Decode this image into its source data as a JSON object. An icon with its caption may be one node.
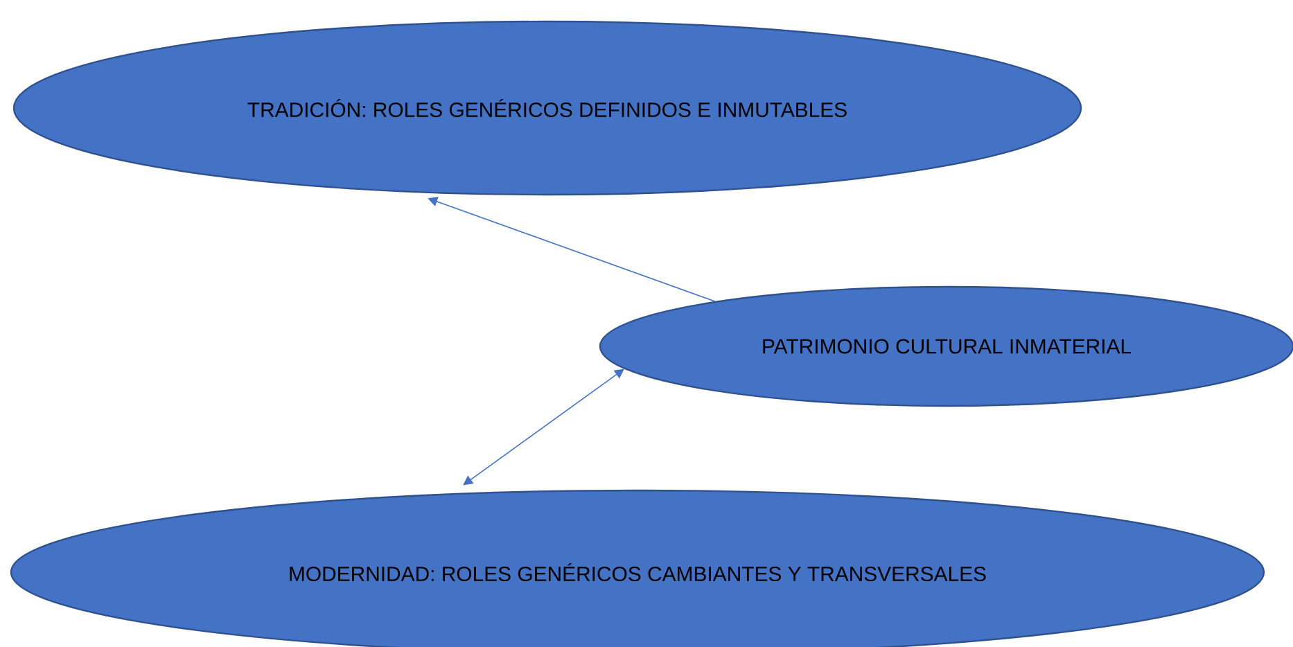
{
  "diagram": {
    "nodes": [
      {
        "text": [
          "TRADICIÓN: ROLES GENÉRICOS DEFINIDOS E INMUTABLES"
        ]
      },
      {
        "text": [
          "PATRIMONIO CULTURAL INMATERIAL"
        ]
      },
      {
        "text": [
          "MODERNIDAD: ROLES GENÉRICOS CAMBIANTES Y TRANSVERSALES"
        ]
      }
    ],
    "edges": [
      {
        "from": 1,
        "to": 0,
        "arrow": "to"
      },
      {
        "from": 1,
        "to": 2,
        "arrow": "both"
      }
    ]
  }
}
